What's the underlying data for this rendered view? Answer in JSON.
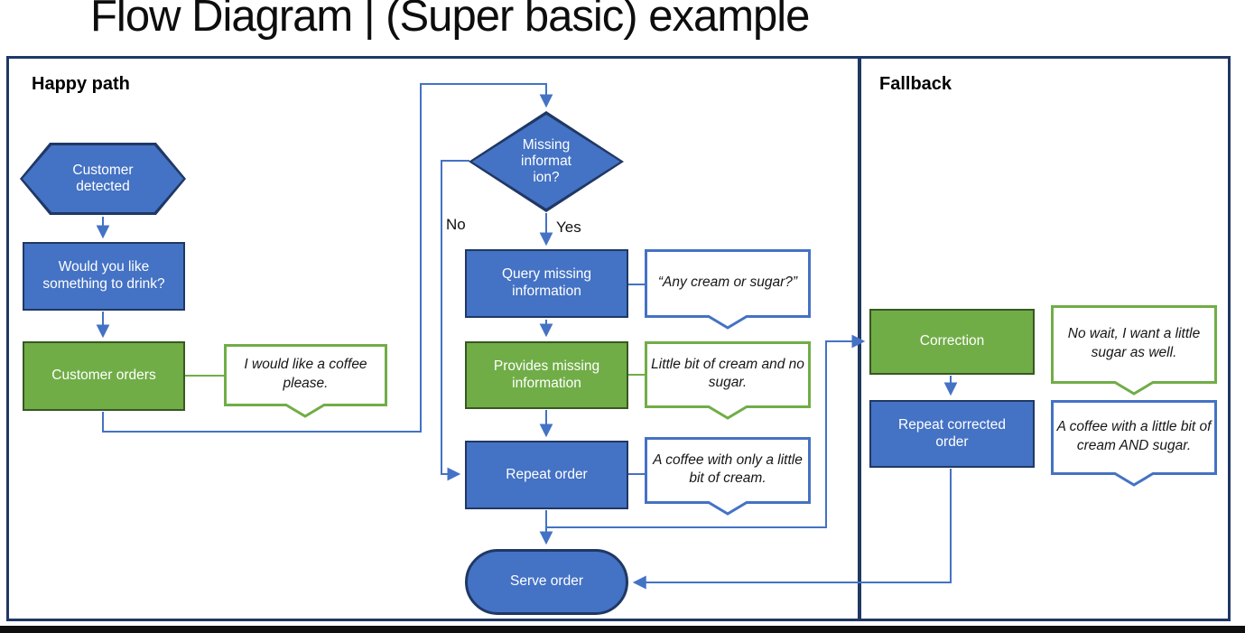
{
  "title": "Flow Diagram | (Super basic) example",
  "colors": {
    "node_blue": "#4472C4",
    "node_blue_border": "#1F3864",
    "node_green": "#70AD47",
    "node_green_border": "#385723",
    "connector_blue": "#4472C4",
    "callout_blue_border": "#4472C4",
    "callout_green_border": "#70AD47"
  },
  "panels": {
    "happy": {
      "label": "Happy path"
    },
    "fallback": {
      "label": "Fallback"
    }
  },
  "nodes": {
    "customer_detected": {
      "label": "Customer detected",
      "shape": "hexagon"
    },
    "drink_question": {
      "label": "Would you like something to drink?",
      "shape": "rect-blue"
    },
    "customer_orders": {
      "label": "Customer orders",
      "shape": "rect-green"
    },
    "missing_information": {
      "label": "Missing informat ion?",
      "shape": "diamond"
    },
    "query_missing": {
      "label": "Query missing information",
      "shape": "rect-blue"
    },
    "provides_missing": {
      "label": "Provides missing information",
      "shape": "rect-green"
    },
    "repeat_order": {
      "label": "Repeat order",
      "shape": "rect-blue"
    },
    "serve_order": {
      "label": "Serve order",
      "shape": "stadium"
    },
    "correction": {
      "label": "Correction",
      "shape": "rect-green"
    },
    "repeat_corrected_order": {
      "label": "Repeat corrected order",
      "shape": "rect-blue"
    }
  },
  "edge_labels": {
    "no": "No",
    "yes": "Yes"
  },
  "callouts": {
    "coffee_please": {
      "text": "I would like a coffee please.",
      "color": "green"
    },
    "any_cream_or_sugar": {
      "text": "“Any cream or sugar?”",
      "color": "blue"
    },
    "little_bit_of_cream": {
      "text": "Little bit of cream and no sugar.",
      "color": "green"
    },
    "coffee_only_cream": {
      "text": "A coffee with only a little bit of cream.",
      "color": "blue"
    },
    "no_wait_sugar": {
      "text": "No wait, I want a little sugar as well.",
      "color": "green"
    },
    "coffee_cream_and_sugar": {
      "text": "A coffee with a little bit of cream AND sugar.",
      "color": "blue"
    }
  }
}
